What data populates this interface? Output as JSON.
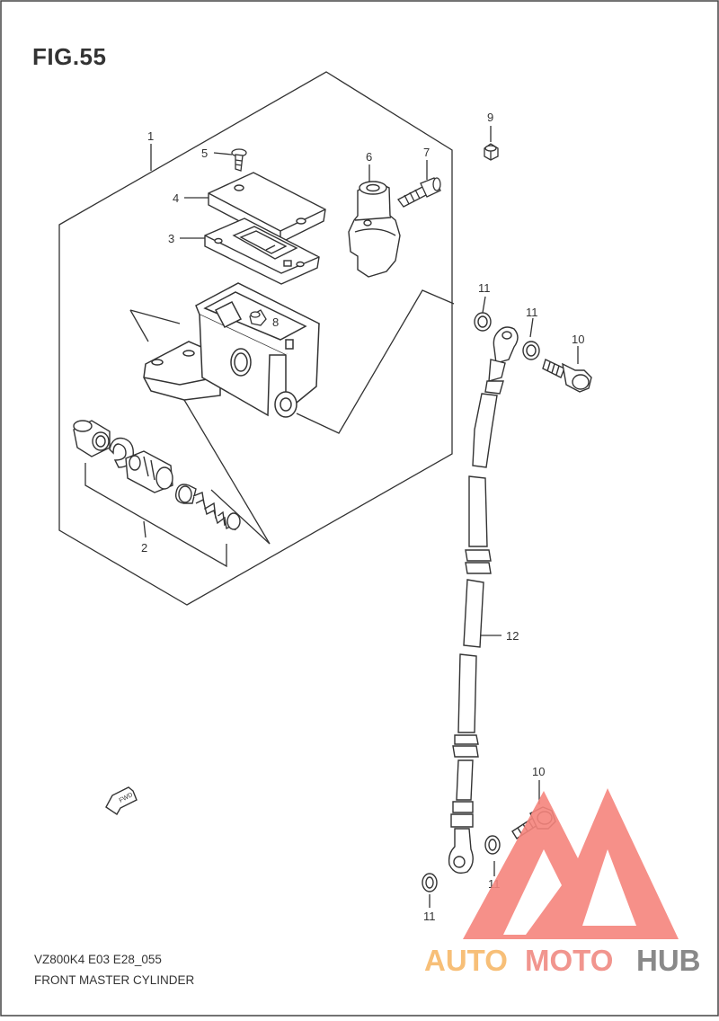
{
  "figure": {
    "title": "FIG.55",
    "code": "VZ800K4 E03 E28_055",
    "name": "FRONT MASTER CYLINDER"
  },
  "callouts": [
    "1",
    "2",
    "3",
    "4",
    "5",
    "6",
    "7",
    "8",
    "9",
    "10",
    "11",
    "12"
  ],
  "fwd_label": "FWD",
  "watermark": {
    "part1": "AUTO",
    "part2": "MOTO",
    "part3": "HUB",
    "colors": {
      "auto": "#f7b96a",
      "moto": "#f08a82",
      "hub": "#7d7d7d",
      "logo": "#f6857d"
    }
  },
  "colors": {
    "line": "#333333",
    "frame": "#444444"
  }
}
